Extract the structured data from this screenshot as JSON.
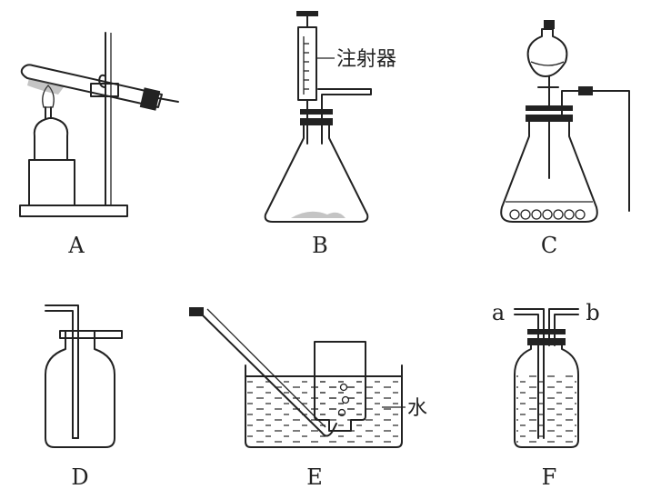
{
  "labels": {
    "A": "A",
    "B": "B",
    "C": "C",
    "D": "D",
    "E": "E",
    "F": "F"
  },
  "annotations": {
    "syringe": "注射器",
    "water": "水",
    "port_a": "a",
    "port_b": "b"
  }
}
